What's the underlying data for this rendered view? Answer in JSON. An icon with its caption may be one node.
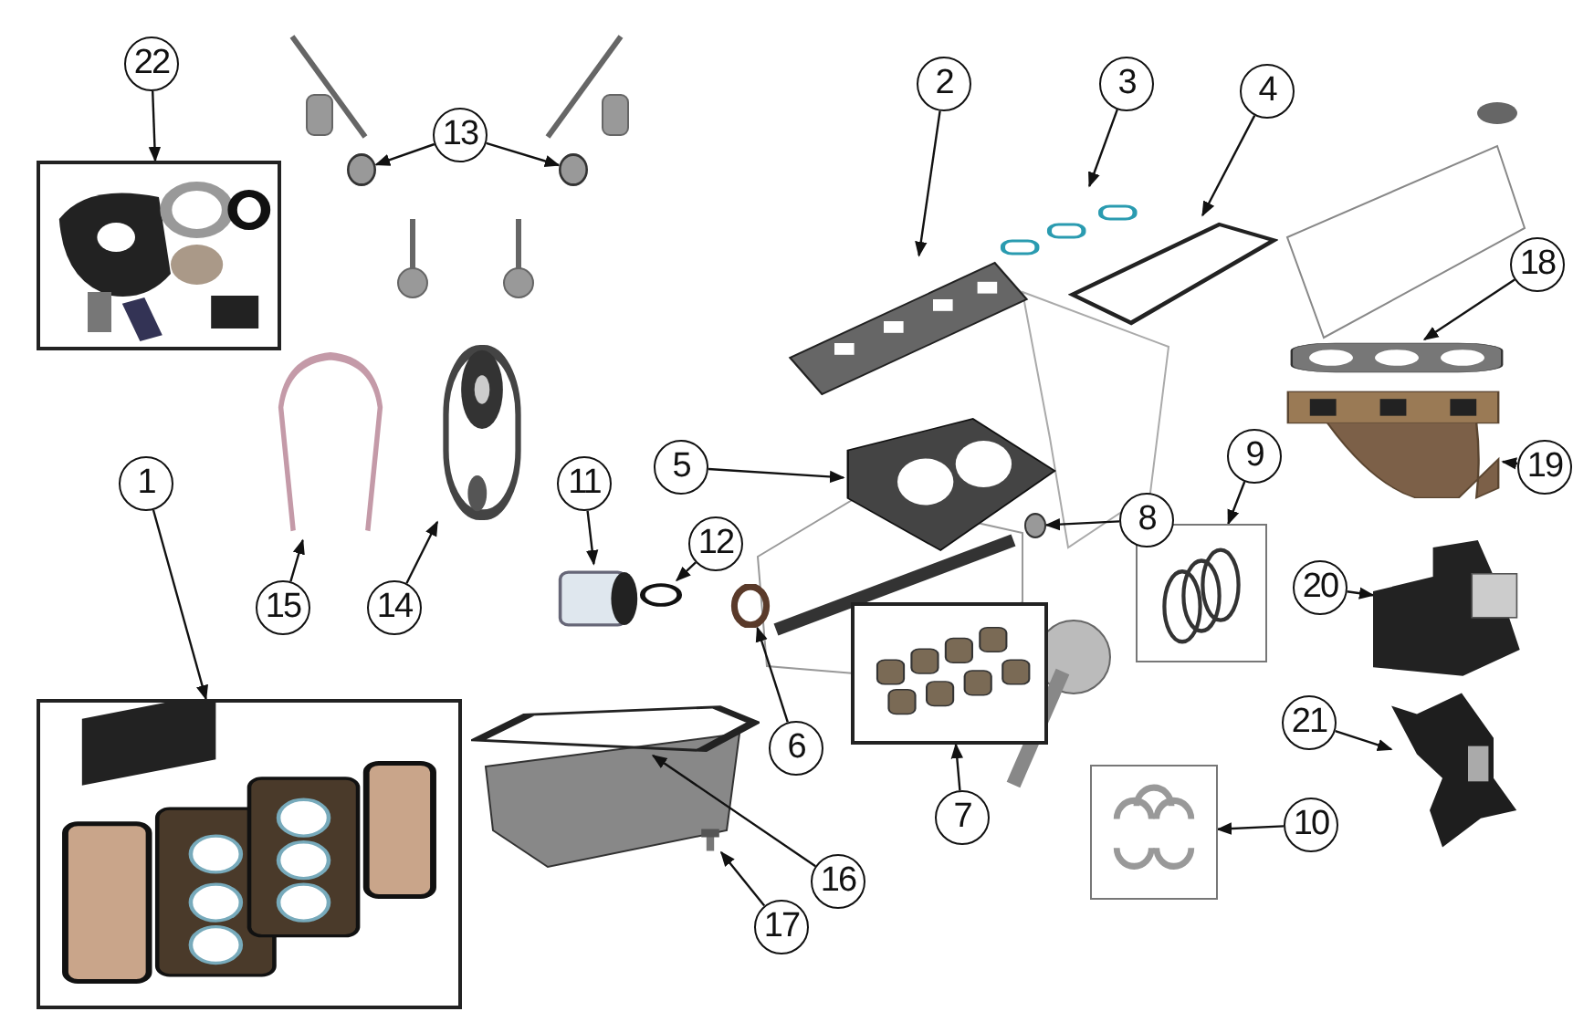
{
  "diagram": {
    "nodes": [
      {
        "text": [
          "1"
        ]
      },
      {
        "text": [
          "2"
        ]
      },
      {
        "text": [
          "3"
        ]
      },
      {
        "text": [
          "4"
        ]
      },
      {
        "text": [
          "5"
        ]
      },
      {
        "text": [
          "6"
        ]
      },
      {
        "text": [
          "7"
        ]
      },
      {
        "text": [
          "8"
        ]
      },
      {
        "text": [
          "9"
        ]
      },
      {
        "text": [
          "10"
        ]
      },
      {
        "text": [
          "11"
        ]
      },
      {
        "text": [
          "12"
        ]
      },
      {
        "text": [
          "13"
        ]
      },
      {
        "text": [
          "14"
        ]
      },
      {
        "text": [
          "15"
        ]
      },
      {
        "text": [
          "16"
        ]
      },
      {
        "text": [
          "17"
        ]
      },
      {
        "text": [
          "18"
        ]
      },
      {
        "text": [
          "19"
        ]
      },
      {
        "text": [
          "20"
        ]
      },
      {
        "text": [
          "21"
        ]
      },
      {
        "text": [
          "22"
        ]
      },
      {
        "text": [],
        "shape": "picture"
      },
      {
        "text": [],
        "shape": "picture"
      },
      {
        "text": [],
        "shape": "picture"
      },
      {
        "text": [],
        "shape": "picture"
      },
      {
        "text": [],
        "shape": "picture"
      },
      {
        "text": [],
        "shape": "circle"
      },
      {
        "text": [],
        "shape": "picture"
      },
      {
        "text": [],
        "shape": "circle"
      },
      {
        "text": [],
        "shape": "picture"
      },
      {
        "text": [],
        "shape": "picture"
      },
      {
        "text": [],
        "shape": "cylinder"
      },
      {
        "text": [],
        "shape": "circle"
      },
      {
        "text": [],
        "shape": "circle"
      },
      {
        "text": [],
        "shape": "circle"
      },
      {
        "text": [],
        "shape": "picture"
      },
      {
        "text": [],
        "shape": "picture"
      },
      {
        "text": [],
        "shape": "picture"
      },
      {
        "text": [],
        "shape": "picture"
      },
      {
        "text": [],
        "shape": "picture"
      },
      {
        "text": [],
        "shape": "picture"
      },
      {
        "text": [],
        "shape": "picture"
      },
      {
        "text": [],
        "shape": "picture"
      },
      {
        "text": [],
        "shape": "picture"
      }
    ],
    "edges": [
      {
        "from": 0,
        "to": 22,
        "arrow": "to"
      },
      {
        "from": 1,
        "to": 23,
        "arrow": "to"
      },
      {
        "from": 2,
        "to": 24,
        "arrow": "to"
      },
      {
        "from": 3,
        "to": 25,
        "arrow": "to"
      },
      {
        "from": 4,
        "to": 26,
        "arrow": "to"
      },
      {
        "from": 5,
        "to": 27,
        "arrow": "to"
      },
      {
        "from": 6,
        "to": 28,
        "arrow": "to"
      },
      {
        "from": 7,
        "to": 29,
        "arrow": "to"
      },
      {
        "from": 8,
        "to": 30,
        "arrow": "to"
      },
      {
        "from": 9,
        "to": 31,
        "arrow": "to"
      },
      {
        "from": 10,
        "to": 32,
        "arrow": "to"
      },
      {
        "from": 11,
        "to": 33,
        "arrow": "to"
      },
      {
        "from": 12,
        "to": 34,
        "arrow": "to"
      },
      {
        "from": 12,
        "to": 35,
        "arrow": "to"
      },
      {
        "from": 13,
        "to": 36,
        "arrow": "to"
      },
      {
        "from": 14,
        "to": 37,
        "arrow": "to"
      },
      {
        "from": 15,
        "to": 38,
        "arrow": "to"
      },
      {
        "from": 16,
        "to": 39,
        "arrow": "to"
      },
      {
        "from": 17,
        "to": 40,
        "arrow": "to"
      },
      {
        "from": 18,
        "to": 41,
        "arrow": "to"
      },
      {
        "from": 19,
        "to": 42,
        "arrow": "to"
      },
      {
        "from": 20,
        "to": 43,
        "arrow": "to"
      },
      {
        "from": 21,
        "to": 44,
        "arrow": "to"
      }
    ]
  }
}
